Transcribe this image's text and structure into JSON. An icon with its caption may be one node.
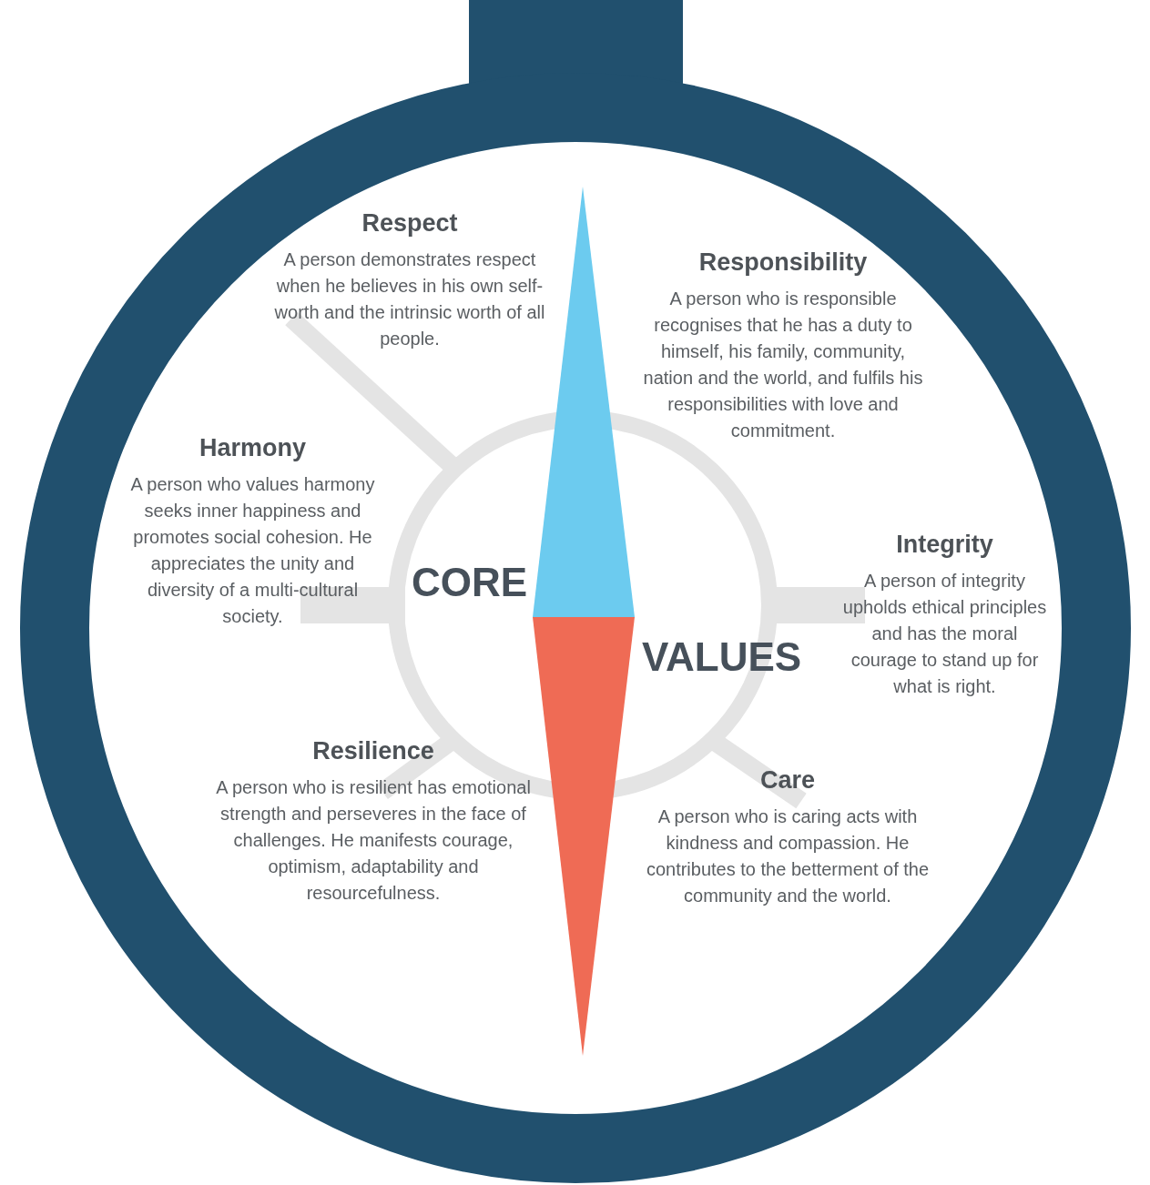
{
  "diagram": {
    "nodes": [
      {
        "text": [
          "Respect",
          "A person demonstrates respect when he believes in his own self-worth and the intrinsic worth of all people."
        ]
      },
      {
        "text": [
          "Responsibility",
          "A person who is responsible recognises that he has a duty to himself, his family, community, nation and the world, and fulfils his responsibilities with love and commitment."
        ]
      },
      {
        "text": [
          "Harmony",
          "A person who values harmony seeks inner happiness and promotes social cohesion. He appreciates the unity and diversity of a multi-cultural society."
        ]
      },
      {
        "text": [
          "Integrity",
          "A person of integrity upholds ethical principles and has the moral courage to stand up for what is right."
        ]
      },
      {
        "text": [
          "Resilience",
          "A person who is resilient has emotional strength and perseveres in the face of challenges. He manifests courage, optimism, adaptability and resourcefulness."
        ]
      },
      {
        "text": [
          "Care",
          "A person who is caring acts with kindness and compassion. He contributes to the betterment of the community and the world."
        ]
      }
    ],
    "labels": [
      "CORE",
      "VALUES"
    ]
  }
}
